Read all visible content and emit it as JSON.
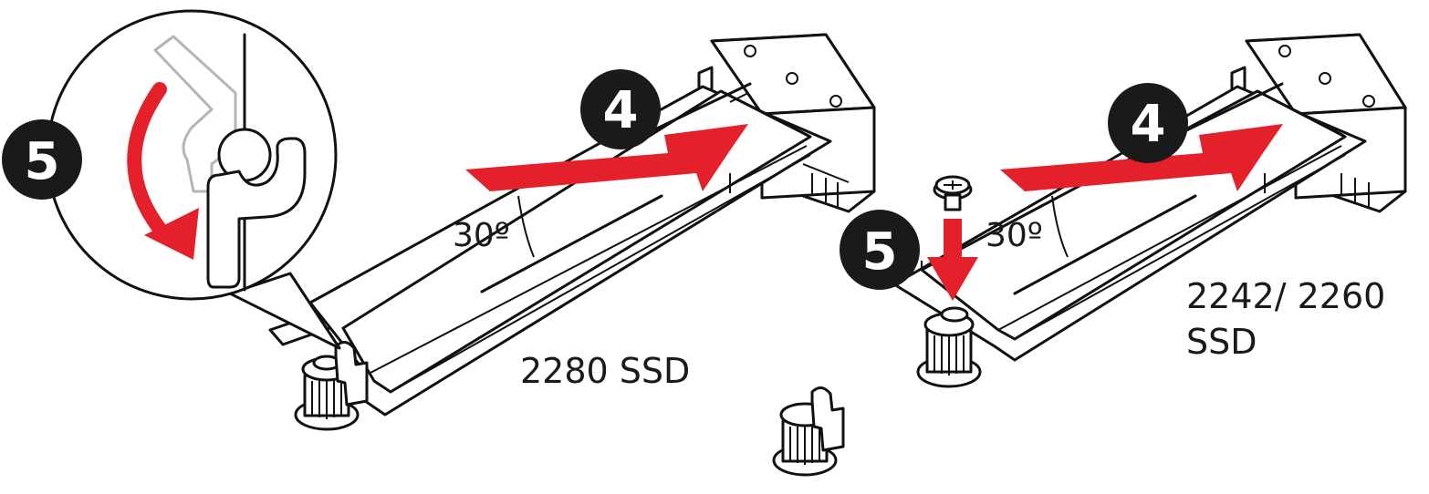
{
  "colors": {
    "arrow": "#e4202b",
    "badge": "#1a1a1a",
    "line": "#111111",
    "ghost": "#b5b5b5"
  },
  "steps": {
    "insert": "4",
    "secure": "5"
  },
  "labels": {
    "angle_left": "30º",
    "angle_right": "30º",
    "ssd_2280": "2280 SSD",
    "ssd_2242_2260_line1": "2242/ 2260",
    "ssd_2242_2260_line2": "SSD"
  },
  "icons": {
    "latch": "latch-icon",
    "screw": "screw-icon",
    "standoff": "standoff-icon"
  }
}
